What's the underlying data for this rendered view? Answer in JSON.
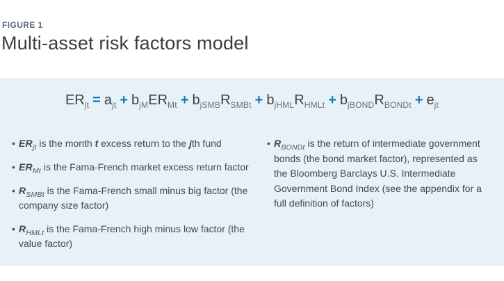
{
  "figure": {
    "label": "FIGURE 1",
    "title": "Multi-asset risk factors model"
  },
  "colors": {
    "accent_blue": "#0f78bd",
    "label_slate": "#5c6d7e",
    "panel_background": "#e8f1f7",
    "formula_text": "#3f3f3f",
    "subscript_gray": "#6f6f6f",
    "body_text": "#474747"
  },
  "formula": {
    "tokens": [
      {
        "t": "ER",
        "sub": "jt"
      },
      {
        "op": "="
      },
      {
        "t": "a",
        "sub": "jt"
      },
      {
        "op": "+"
      },
      {
        "t": "b",
        "sub": "jM"
      },
      {
        "t": "ER",
        "sub": "Mt"
      },
      {
        "op": "+"
      },
      {
        "t": "b",
        "sub": "jSMB"
      },
      {
        "t": "R",
        "sub": "SMBt"
      },
      {
        "op": "+"
      },
      {
        "t": "b",
        "sub": "jHML"
      },
      {
        "t": "R",
        "sub": "HMLt"
      },
      {
        "op": "+"
      },
      {
        "t": "b",
        "sub": "jBOND"
      },
      {
        "t": "R",
        "sub": "BONDt"
      },
      {
        "op": "+"
      },
      {
        "t": "e",
        "sub": "jt"
      }
    ]
  },
  "bullets": {
    "marker": "•",
    "left": [
      {
        "segments": [
          {
            "var": "ER",
            "sub": "jt"
          },
          {
            "text": " is the month "
          },
          {
            "em": "t"
          },
          {
            "text": " excess return to the "
          },
          {
            "em": "j"
          },
          {
            "text": "th fund"
          }
        ]
      },
      {
        "segments": [
          {
            "var": "ER",
            "sub": "Mt"
          },
          {
            "text": " is the Fama-French market excess return factor"
          }
        ]
      },
      {
        "segments": [
          {
            "var": "R",
            "sub": "SMBt"
          },
          {
            "text": " is the Fama-French small minus big factor (the company size factor)"
          }
        ]
      },
      {
        "segments": [
          {
            "var": "R",
            "sub": "HMLt"
          },
          {
            "text": " is the Fama-French high minus low factor (the value factor)"
          }
        ]
      }
    ],
    "right": [
      {
        "segments": [
          {
            "var": "R",
            "sub": "BONDt"
          },
          {
            "text": " is the return of intermediate government bonds (the bond market factor), represented as the Bloomberg Barclays U.S. Intermediate Government Bond Index (see the appendix for a full definition of factors)"
          }
        ]
      }
    ]
  }
}
